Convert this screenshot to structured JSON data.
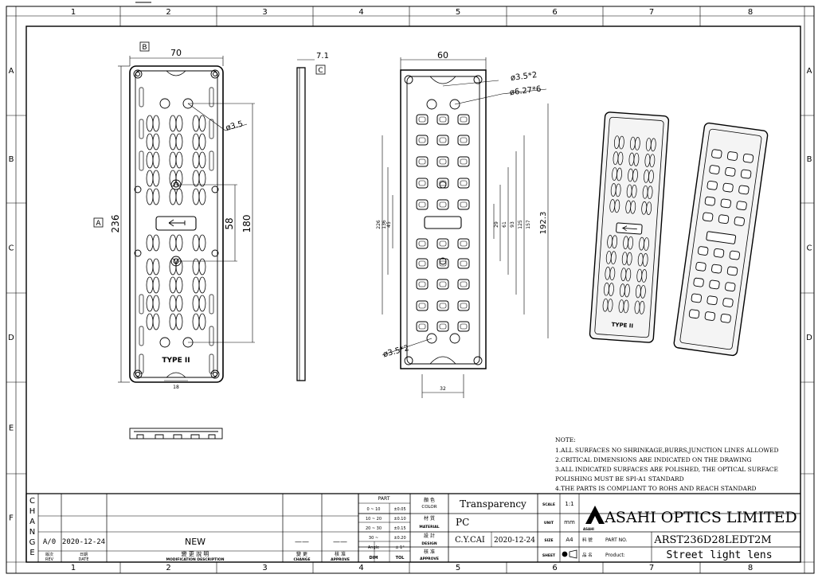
{
  "grid": {
    "columns": [
      "1",
      "2",
      "3",
      "4",
      "5",
      "6",
      "7",
      "8"
    ],
    "rows": [
      "A",
      "B",
      "C",
      "D",
      "E",
      "F"
    ]
  },
  "views": {
    "front": {
      "datum_b": "B",
      "datum_a": "A",
      "width": "70",
      "height": "236",
      "inner_span": "180",
      "center_span": "58",
      "hole_callout": "ø3.5",
      "slot_width": "18",
      "type_label": "TYPE II"
    },
    "side": {
      "thickness": "7.1",
      "datum_c": "C"
    },
    "back": {
      "width": "60",
      "hole_a": "ø3.5*2",
      "hole_b": "ø6.27*6",
      "hole_c": "ø3.5*2",
      "dim_226": "226",
      "dim_136": "136",
      "dim_45": "45",
      "dim_29": "29",
      "dim_61": "61",
      "dim_93": "93",
      "dim_125": "125",
      "dim_157": "157",
      "dim_1923": "192.3",
      "slot_width": "32"
    },
    "iso_label": "TYPE II"
  },
  "notes": {
    "heading": "NOTE:",
    "lines": [
      "1.ALL SURFACES NO SHRINKAGE,BURRS,JUNCTION LINES ALLOWED",
      "2.CRITICAL DIMENSIONS ARE INDICATED ON THE DRAWING",
      "3.ALL INDICATED SURFACES ARE POLISHED, THE OPTICAL SURFACE",
      "POLISHING MUST BE SPI-A1 STANDARD",
      "4.THE PARTS IS COMPLIANT TO ROHS AND REACH STANDARD"
    ]
  },
  "revision": {
    "change_letters": [
      "C",
      "H",
      "A",
      "N",
      "G",
      "E"
    ],
    "rev": "A/0",
    "date": "2020-12-24",
    "description": "NEW",
    "rev_header": "版次\nREV",
    "date_header": "日期\nDATE",
    "desc_header": "變 更 說 明",
    "desc_header_en": "MODIFICATION DESCRIPTION",
    "change_header_cn": "變 更",
    "change_header": "CHANGE",
    "approve_header_cn": "核 准",
    "approve_header": "APPROVE",
    "change_dash": "——",
    "approve_dash": "——"
  },
  "tolerance": {
    "part_header": "PART",
    "rows": [
      {
        "range": "0 ~ 10",
        "tol": "±0.05"
      },
      {
        "range": "10 ~ 20",
        "tol": "±0.10"
      },
      {
        "range": "20 ~ 30",
        "tol": "±0.15"
      },
      {
        "range": "30 ~",
        "tol": "±0.20"
      },
      {
        "range": "Angle",
        "tol": "± 1°"
      }
    ],
    "dim_label": "DIM",
    "tol_label": "TOL"
  },
  "title_block": {
    "color_cn": "顏 色",
    "color_label": "COLOR",
    "color": "Transparency",
    "material_cn": "材 質",
    "material_label": "MATERIAL",
    "material": "PC",
    "design_cn": "設 計",
    "design_label": "DESIGN",
    "designer": "C.Y.CAI",
    "design_date": "2020-12-24",
    "approve_cn": "核 准",
    "approve_label": "APPROVE",
    "scale_label": "SCALE",
    "scale": "1:1",
    "unit_label": "UNIT",
    "unit": "mm",
    "size_label": "SIZE",
    "size": "A4",
    "sheet_label": "SHEET",
    "company_mark": "ASAHI",
    "company": "ASAHI OPTICS LIMITED",
    "part_no_cn": "料 號",
    "part_no_label": "PART NO.",
    "part_no": "ARST236D28LEDT2M",
    "product_cn": "品 名",
    "product_label": "Product:",
    "product": "Street light lens"
  },
  "colors": {
    "line": "#000000",
    "paper": "#ffffff",
    "dim": "#222222"
  }
}
